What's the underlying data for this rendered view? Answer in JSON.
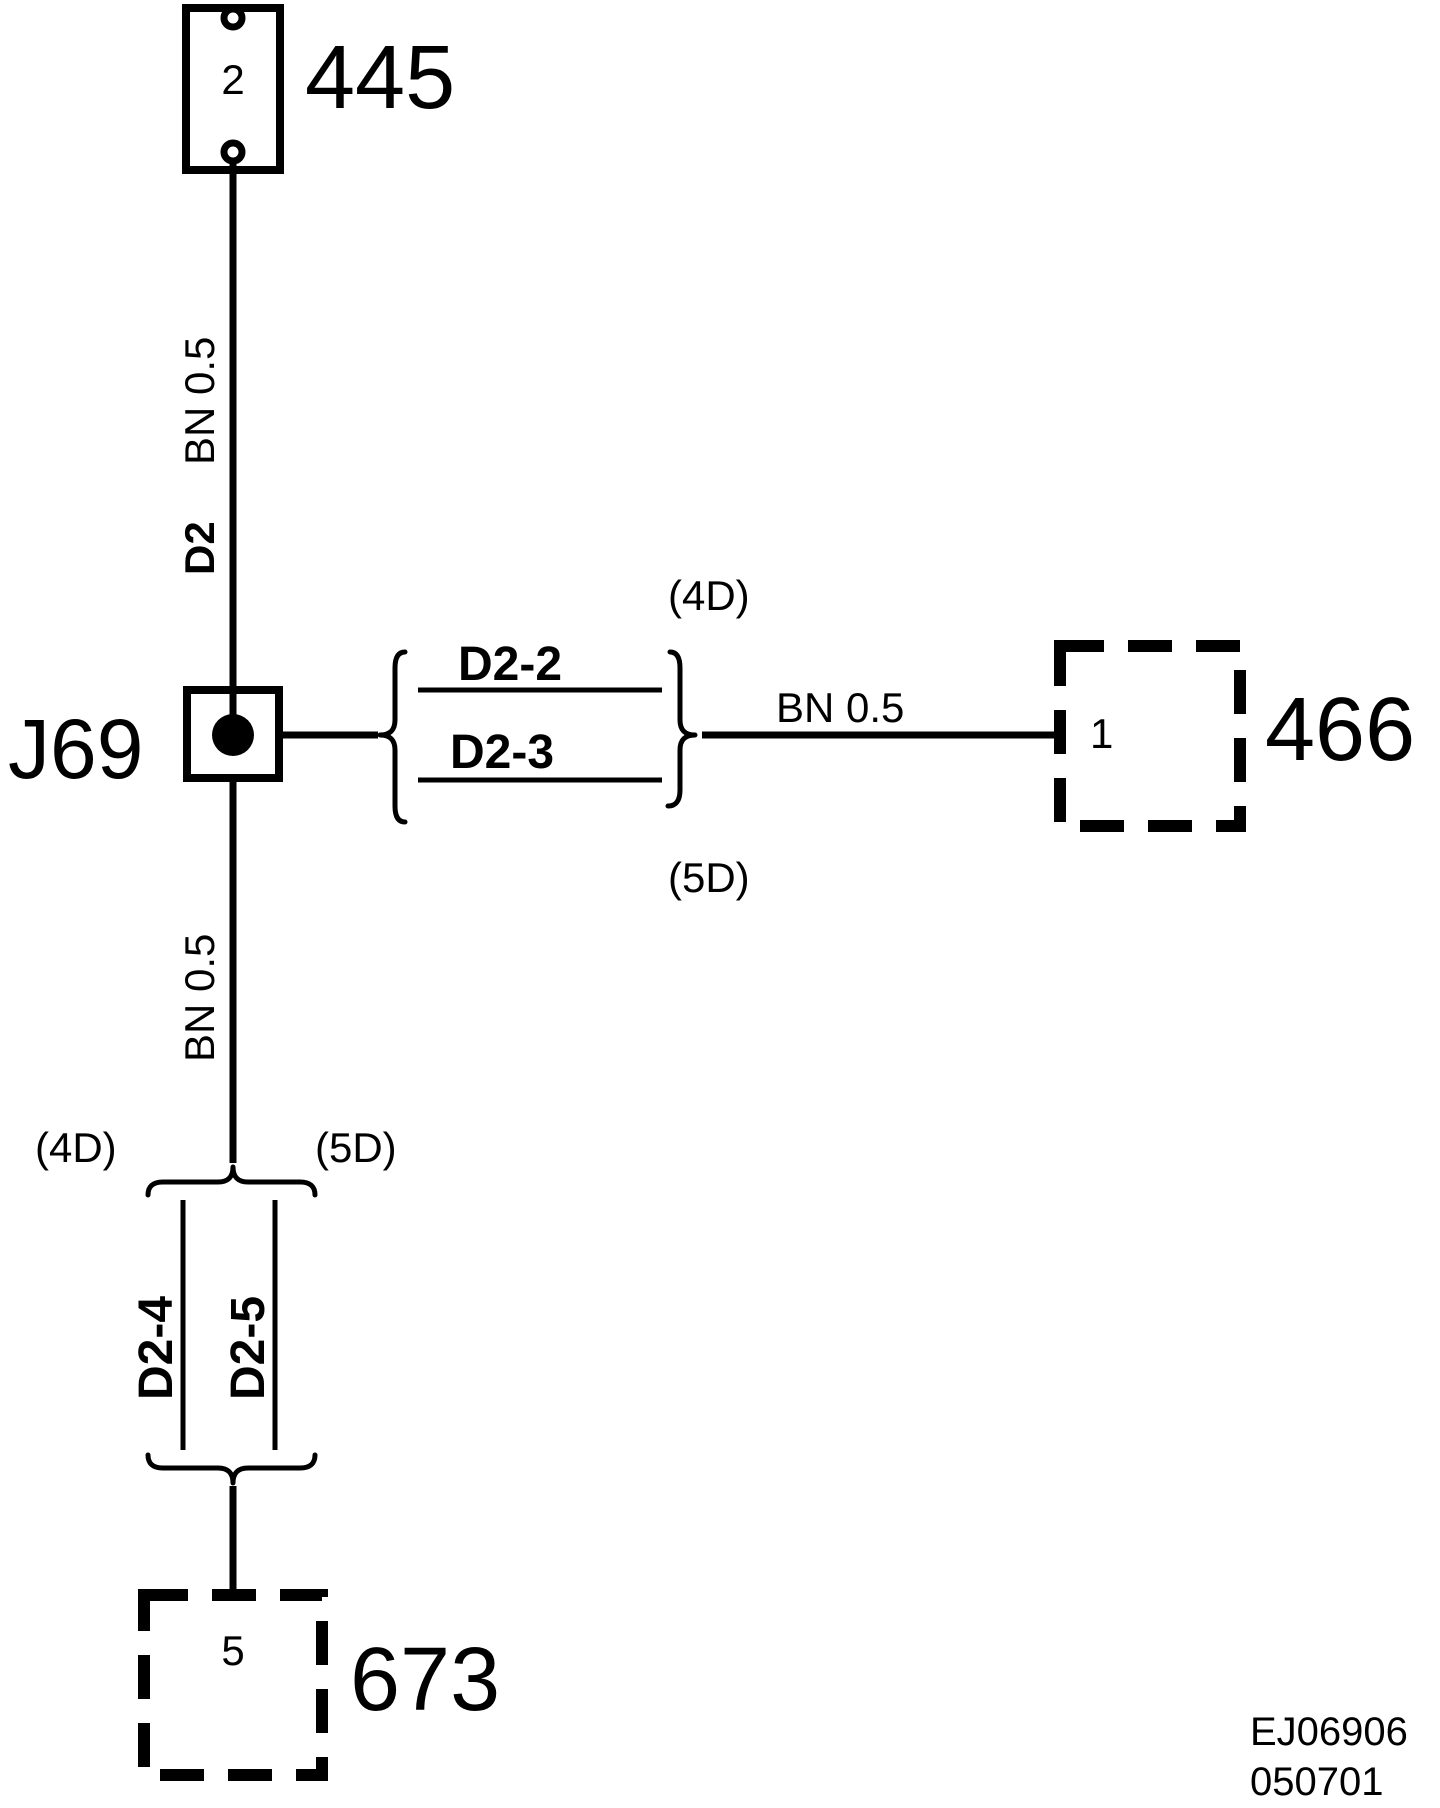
{
  "connectors": {
    "c445": {
      "id": "445",
      "pin": "2"
    },
    "c466": {
      "id": "466",
      "pin": "1"
    },
    "c673": {
      "id": "673",
      "pin": "5"
    }
  },
  "junction": {
    "id": "J69"
  },
  "wires": {
    "top": {
      "circuit": "D2",
      "spec": "BN 0.5"
    },
    "right": {
      "spec": "BN 0.5",
      "variant_top": "(4D)",
      "variant_bottom": "(5D)",
      "circuit_a": "D2-2",
      "circuit_b": "D2-3"
    },
    "bottom": {
      "spec": "BN 0.5",
      "variant_left": "(4D)",
      "variant_right": "(5D)",
      "circuit_a": "D2-4",
      "circuit_b": "D2-5"
    }
  },
  "footer": {
    "code": "EJ06906",
    "date": "050701"
  }
}
